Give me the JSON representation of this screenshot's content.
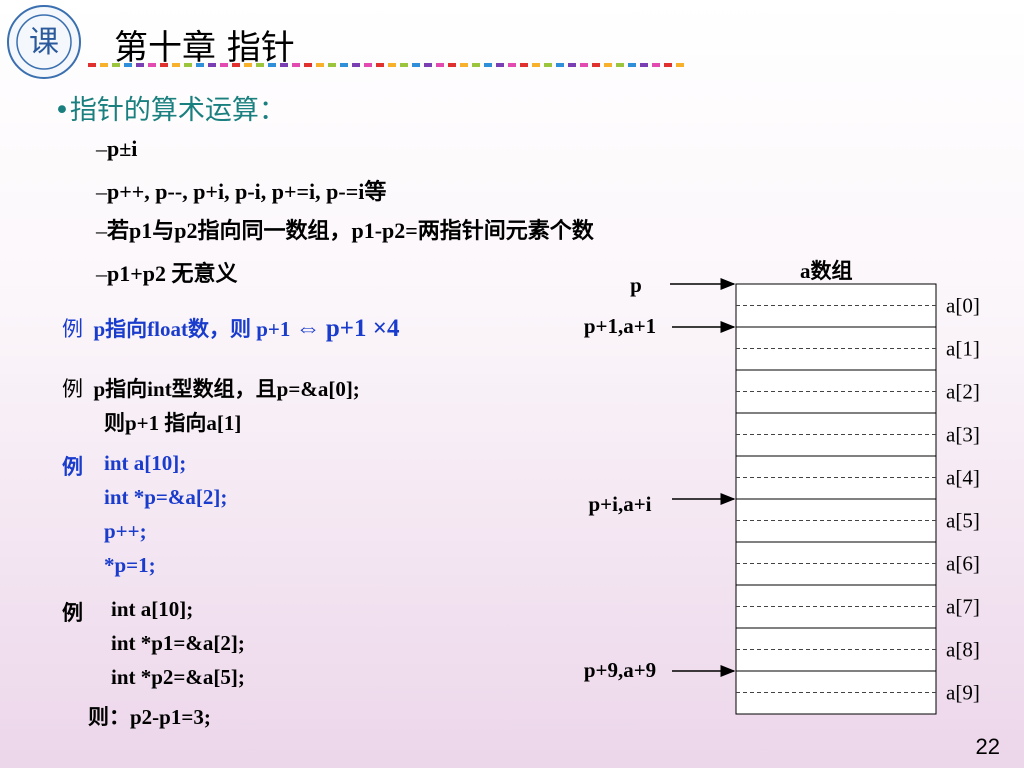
{
  "header": {
    "logo_glyph": "课",
    "title": "第十章  指针"
  },
  "heading": "•指针的算术运算：",
  "bullets": [
    {
      "dash": "–",
      "text": "p±i"
    },
    {
      "dash": "–",
      "text": "p++, p--, p+i, p-i, p+=i, p-=i等"
    },
    {
      "dash": "–",
      "text": "若p1与p2指向同一数组，p1-p2=两指针间元素个数"
    },
    {
      "dash": "–",
      "text": "p1+p2  无意义"
    }
  ],
  "example1": {
    "label": "例",
    "text": "p指向float数，则 p+1",
    "symbol": "⇔",
    "result": "p+1 ×4"
  },
  "example2": {
    "label": "例",
    "line1": "p指向int型数组，且p=&a[0];",
    "line2": "则p+1 指向a[1]"
  },
  "example3": {
    "label": "例",
    "lines": [
      "int  a[10];",
      "int   *p=&a[2];",
      "p++;",
      "*p=1;"
    ]
  },
  "example4": {
    "label": "例",
    "lines": [
      "int a[10];",
      "int *p1=&a[2];",
      "int *p2=&a[5];"
    ],
    "result": "则：p2-p1=3;"
  },
  "diagram": {
    "array_label": "a数组",
    "cells": [
      "a[0]",
      "a[1]",
      "a[2]",
      "a[3]",
      "a[4]",
      "a[5]",
      "a[6]",
      "a[7]",
      "a[8]",
      "a[9]"
    ],
    "pointers": [
      {
        "label": "p",
        "index": 0
      },
      {
        "label": "p+1,a+1",
        "index": 1
      },
      {
        "label": "p+i,a+i",
        "index": 5
      },
      {
        "label": "p+9,a+9",
        "index": 9
      }
    ]
  },
  "page_number": "22",
  "colors": {
    "heading": "#1a7f7f",
    "example_blue": "#1a3ccc",
    "title_bar": [
      "#e0312f",
      "#f7b12a",
      "#9bc53d",
      "#2f8fd8",
      "#7b3fb4",
      "#e44bb0"
    ]
  }
}
